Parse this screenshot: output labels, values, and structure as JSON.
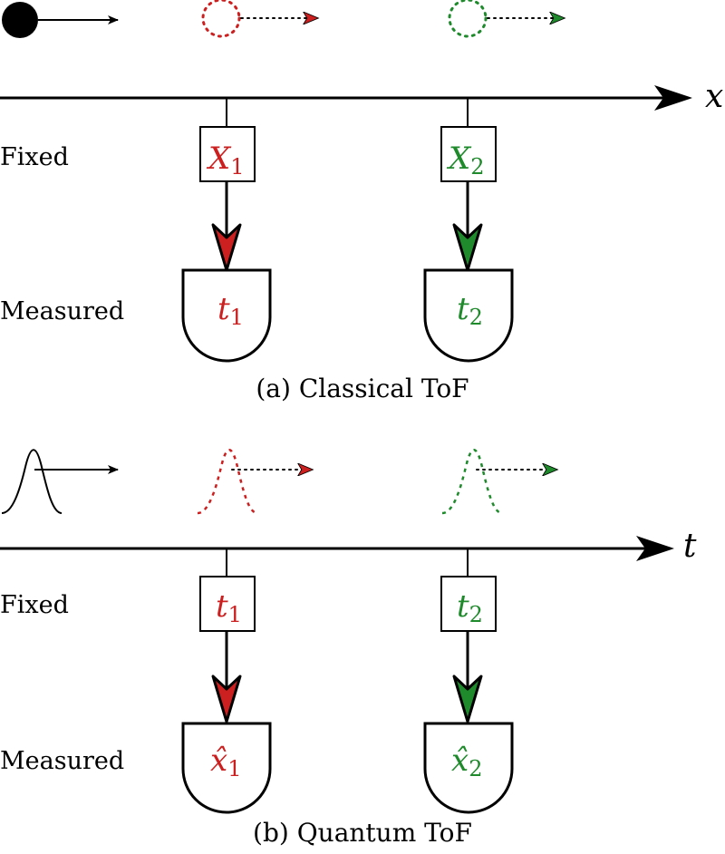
{
  "colors": {
    "ink": "#000000",
    "red": "#cc1f1f",
    "green": "#1f8a2c"
  },
  "panel_a": {
    "axis_label": "x",
    "row_fixed": "Fixed",
    "row_measured": "Measured",
    "caption": "(a) Classical ToF",
    "box_1": {
      "symbol": "X",
      "sub": "1"
    },
    "box_2": {
      "symbol": "X",
      "sub": "2"
    },
    "detector_1": {
      "symbol": "t",
      "sub": "1"
    },
    "detector_2": {
      "symbol": "t",
      "sub": "2"
    }
  },
  "panel_b": {
    "axis_label": "t",
    "row_fixed": "Fixed",
    "row_measured": "Measured",
    "caption": "(b) Quantum ToF",
    "box_1": {
      "symbol": "t",
      "sub": "1"
    },
    "box_2": {
      "symbol": "t",
      "sub": "2"
    },
    "detector_1": {
      "symbol": "x̂",
      "sub": "1"
    },
    "detector_2": {
      "symbol": "x̂",
      "sub": "2"
    }
  }
}
